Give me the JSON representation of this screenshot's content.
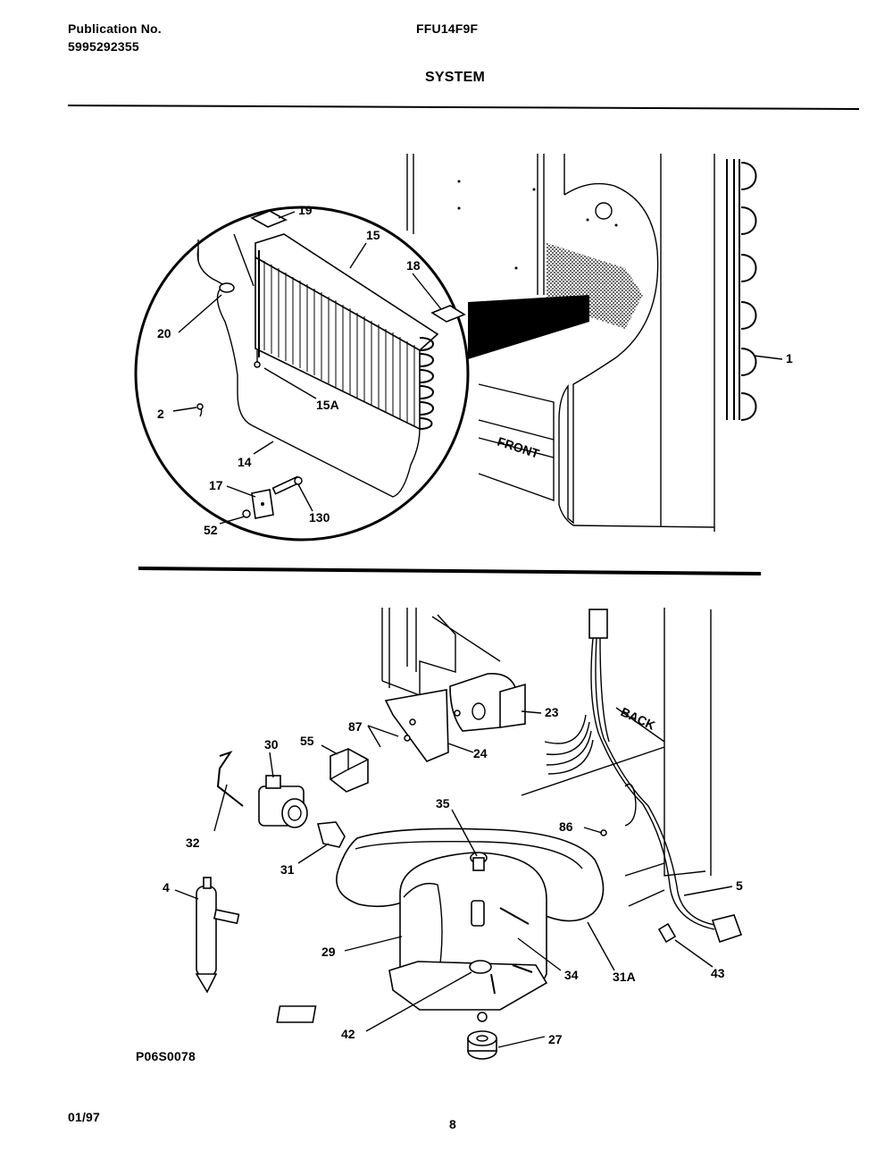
{
  "header": {
    "publication_label": "Publication No.",
    "publication_number": "5995292355",
    "model": "FFU14F9F",
    "section_title": "SYSTEM"
  },
  "footer": {
    "drawing_code": "P06S0078",
    "date": "01/97",
    "page_number": "8"
  },
  "labels": {
    "front": "FRONT",
    "back": "BACK"
  },
  "callouts": {
    "p1": "1",
    "p2": "2",
    "p4": "4",
    "p5": "5",
    "p14": "14",
    "p15": "15",
    "p15A": "15A",
    "p17": "17",
    "p18": "18",
    "p19": "19",
    "p20": "20",
    "p23": "23",
    "p24": "24",
    "p27": "27",
    "p29": "29",
    "p30": "30",
    "p31": "31",
    "p31A": "31A",
    "p32": "32",
    "p34": "34",
    "p35": "35",
    "p42": "42",
    "p43": "43",
    "p52": "52",
    "p55": "55",
    "p86": "86",
    "p87": "87",
    "p130": "130"
  }
}
